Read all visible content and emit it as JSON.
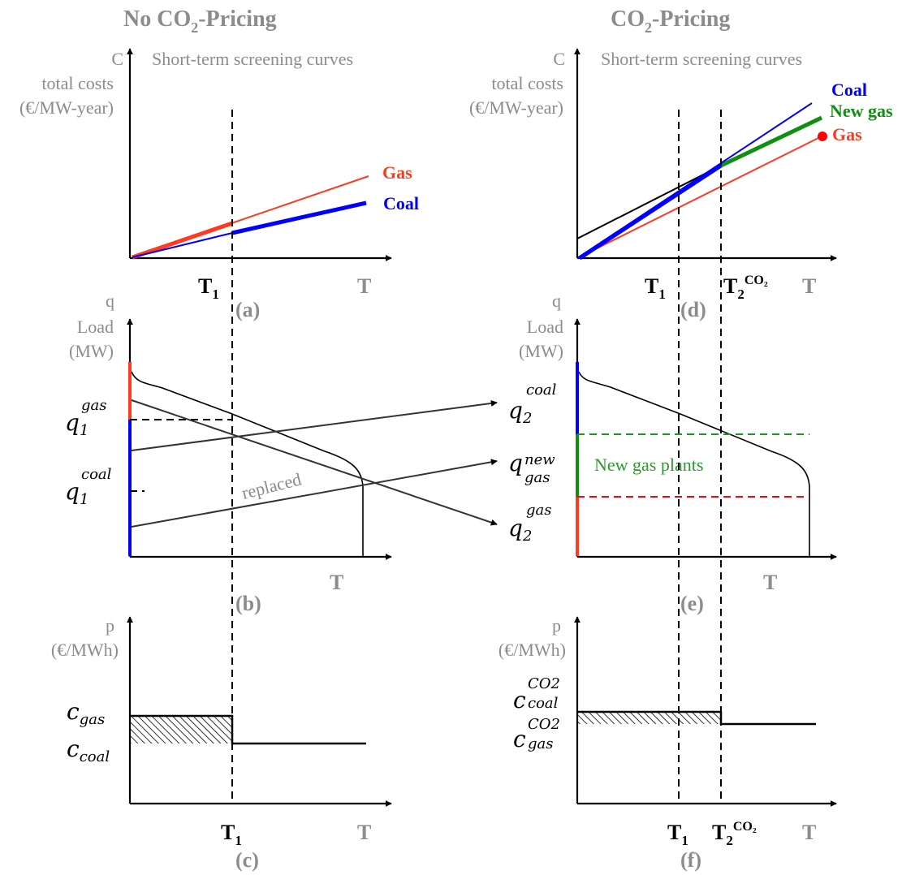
{
  "headers": {
    "left": {
      "main": "No CO",
      "sub": "2",
      "rest": "-Pricing"
    },
    "right": {
      "main": "CO",
      "sub": "2",
      "rest": "-Pricing"
    }
  },
  "panel_top": {
    "axis_symbol": "C",
    "axis_line1": "total costs",
    "axis_line2": "(€/MW-year)",
    "curve_title": "Short-term screening curves"
  },
  "panel_mid": {
    "axis_symbol": "q",
    "axis_line1": "Load",
    "axis_line2": "(MW)"
  },
  "panel_bottom": {
    "axis_symbol": "p",
    "axis_line1": "(€/MWh)"
  },
  "x_axis_label": "T",
  "t1": {
    "main": "T",
    "sub": "1"
  },
  "t2": {
    "main": "T",
    "sub": "2",
    "sup": "CO₂"
  },
  "series_labels": {
    "gas": "Gas",
    "coal": "Coal",
    "new_gas": "New gas"
  },
  "panel_letters": {
    "a": "(a)",
    "b": "(b)",
    "c": "(c)",
    "d": "(d)",
    "e": "(e)",
    "f": "(f)"
  },
  "quantity_labels": {
    "q1_gas": {
      "base": "q",
      "sub": "1",
      "sup": "gas"
    },
    "q1_coal": {
      "base": "q",
      "sub": "1",
      "sup": "coal"
    },
    "q2_coal": {
      "base": "q",
      "sub": "2",
      "sup": "coal"
    },
    "q_new_gas": {
      "base": "q",
      "sub": "gas",
      "sup": "new"
    },
    "q2_gas": {
      "base": "q",
      "sub": "2",
      "sup": "gas"
    }
  },
  "price_labels": {
    "c_gas": {
      "base": "c",
      "sub": "gas"
    },
    "c_coal": {
      "base": "c",
      "sub": "coal"
    },
    "c_coal_co2": {
      "base": "c",
      "sub": "coal",
      "sup": "CO2"
    },
    "c_gas_co2": {
      "base": "c",
      "sub": "gas",
      "sup": "CO2"
    }
  },
  "annotations": {
    "replaced": "replaced",
    "new_gas_plants": "New gas plants"
  },
  "colors": {
    "gas": "#ff3b1f",
    "coal": "#0000ff",
    "new_gas": "#109010",
    "new_gas_text": "#2a9a2a",
    "gray_text": "#8c8c8c",
    "axis": "#000000",
    "red_dash": "#ff0000",
    "green_dash": "#1a9a1a"
  }
}
